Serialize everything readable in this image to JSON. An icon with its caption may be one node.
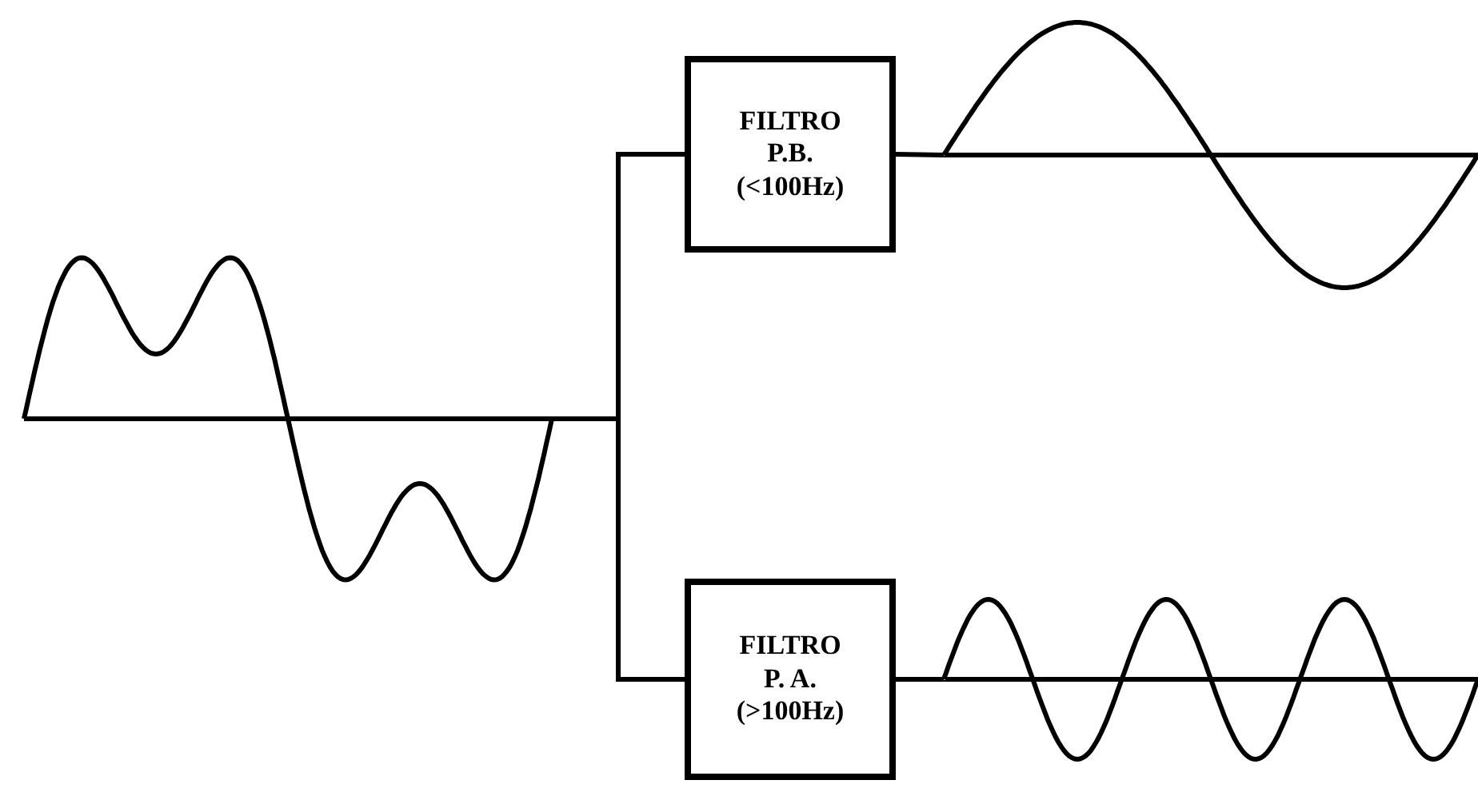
{
  "diagram": {
    "nodes": [
      {
        "text": [],
        "shape": "picture"
      },
      {
        "text": [
          "FILTRO P.B. (<100Hz)"
        ]
      },
      {
        "text": [],
        "shape": "picture"
      },
      {
        "text": [
          "FILTRO P. A. (>100Hz)"
        ]
      },
      {
        "text": [],
        "shape": "picture"
      }
    ],
    "edges": [
      {
        "from": 0,
        "to": 1,
        "arrow": "none"
      },
      {
        "from": 0,
        "to": 3,
        "arrow": "none"
      },
      {
        "from": 1,
        "to": 2,
        "arrow": "none"
      },
      {
        "from": 3,
        "to": 4,
        "arrow": "none"
      }
    ]
  }
}
